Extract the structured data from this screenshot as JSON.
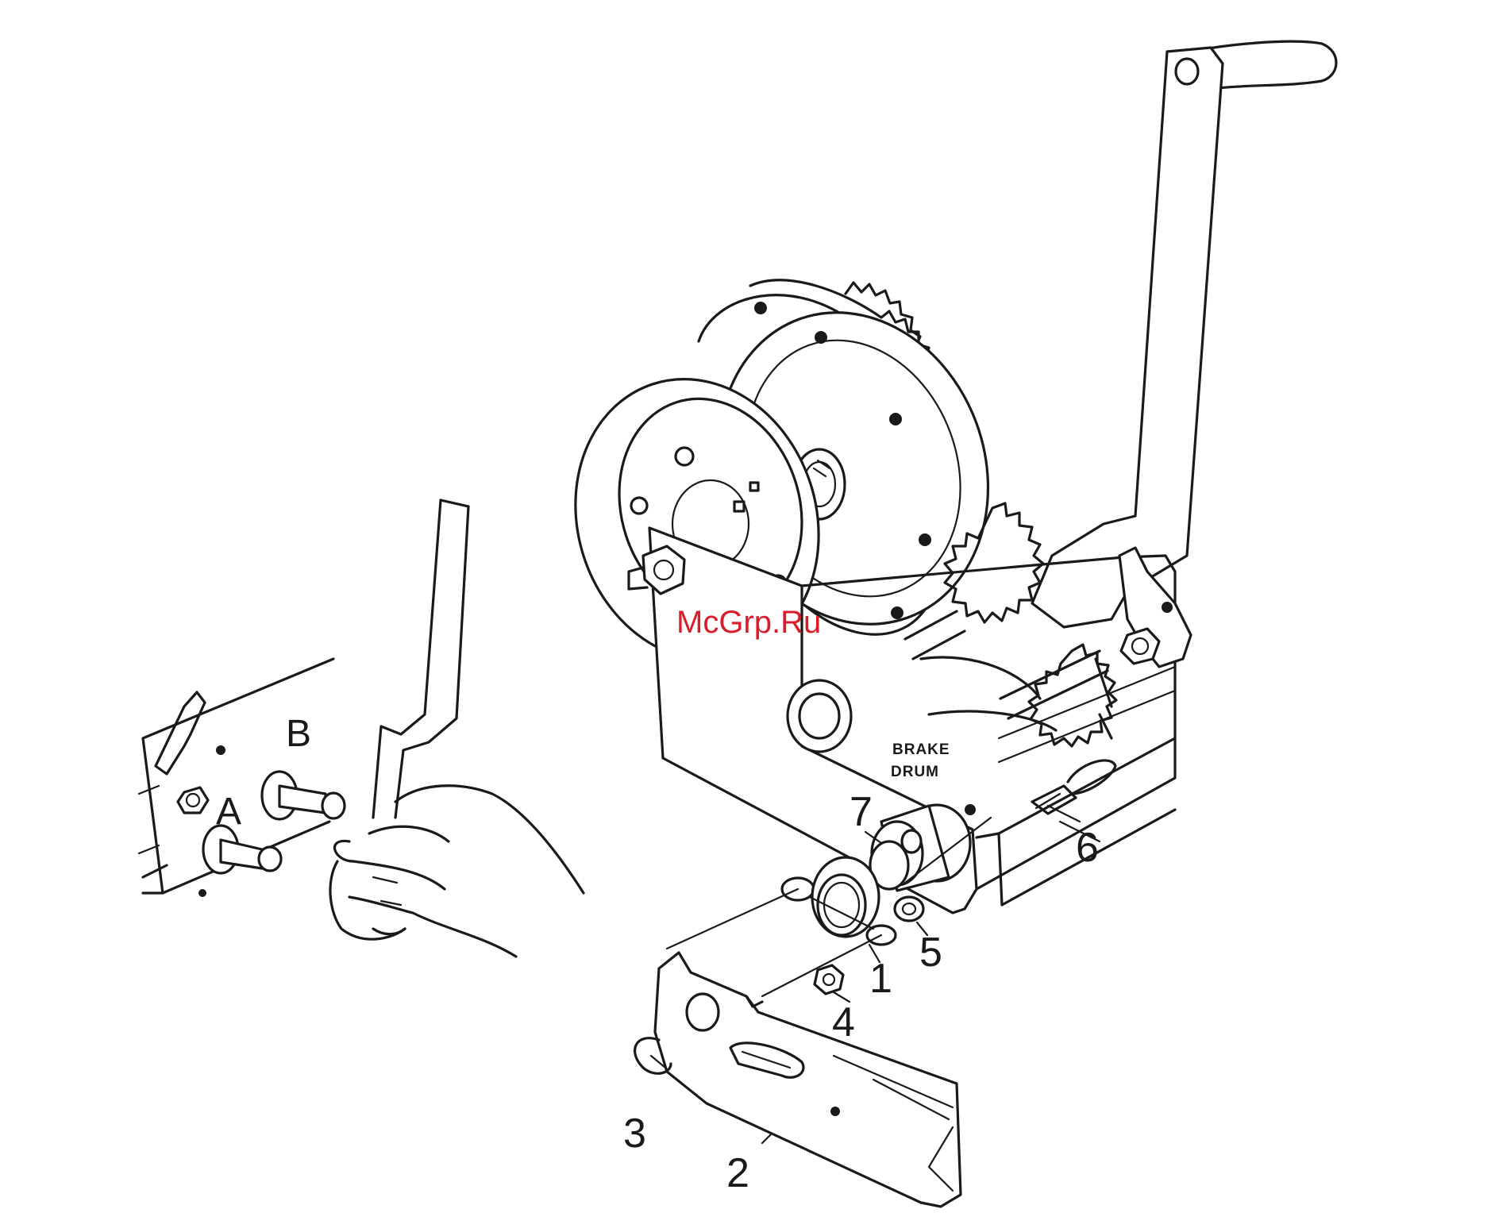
{
  "figure": {
    "watermark": "McGrp.Ru",
    "inset_labels": {
      "a": "A",
      "b": "B"
    },
    "brake_drum_label": {
      "line1": "BRAKE",
      "line2": "DRUM"
    },
    "part_callouts": [
      "1",
      "2",
      "3",
      "4",
      "5",
      "6",
      "7"
    ]
  },
  "colors": {
    "line": "#1a1a1a",
    "background": "#ffffff",
    "watermark": "#d81e2a"
  }
}
